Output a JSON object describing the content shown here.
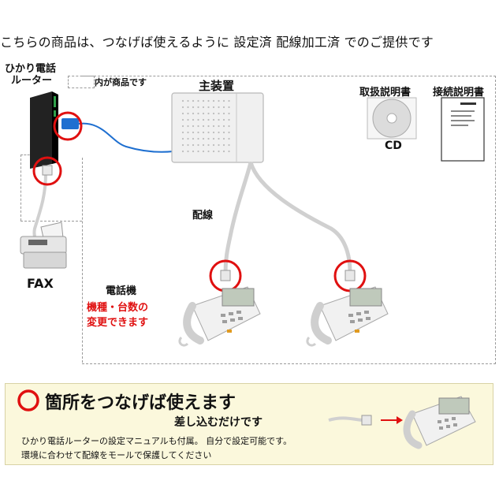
{
  "headline": "こちらの商品は、つなげば使えるように 設定済 配線加工済 でのご提供です",
  "router_label_line1": "ひかり電話",
  "router_label_line2": "ルーター",
  "product_note": "内が商品です",
  "main_unit_label": "主装置",
  "manual_label": "取扱説明書",
  "connection_manual_label": "接続説明書",
  "cd_label": "CD",
  "wiring_label": "配線",
  "fax_label": "FAX",
  "phone_label": "電話機",
  "phone_note_line1": "機種・台数の",
  "phone_note_line2": "変更できます",
  "bottom": {
    "title": "箇所をつなげば使えます",
    "subtitle": "差し込むだけです",
    "line1": "ひかり電話ルーターの設定マニュアルも付属。 自分で設定可能です。",
    "line2": "環境に合わせて配線をモールで保護してください"
  },
  "colors": {
    "accent_red": "#e01010",
    "router_blue": "#1e6fd0",
    "panel_bg": "#fbf8dc"
  }
}
